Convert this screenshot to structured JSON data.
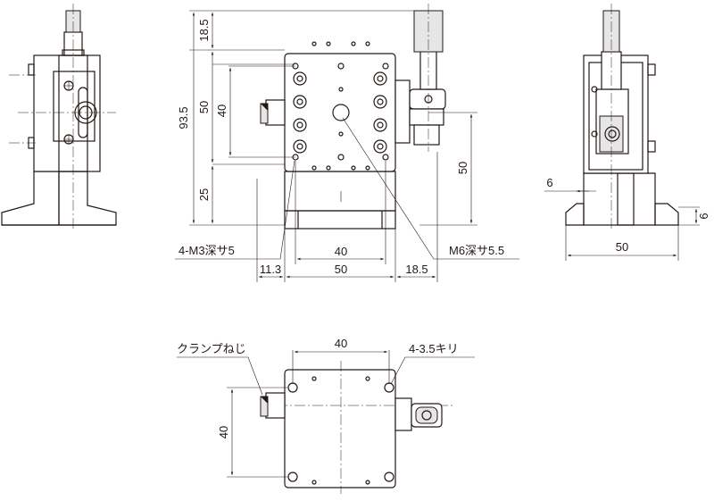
{
  "dims": {
    "d_93_5": "93.5",
    "d_18_5_top": "18.5",
    "d_50_left": "50",
    "d_40_left": "40",
    "d_25": "25",
    "d_50_right": "50",
    "d_40_bottom": "40",
    "d_11_3": "11.3",
    "d_50_bottom": "50",
    "d_18_5_bottom": "18.5",
    "d_6_left": "6",
    "d_6_right": "6",
    "d_50_side": "50",
    "d_40_plan_top": "40",
    "d_40_plan_left": "40"
  },
  "labels": {
    "m3": "4-M3深サ5",
    "m6": "M6深サ5.5",
    "clamp": "クランプねじ",
    "holes": "4-3.5キリ"
  }
}
